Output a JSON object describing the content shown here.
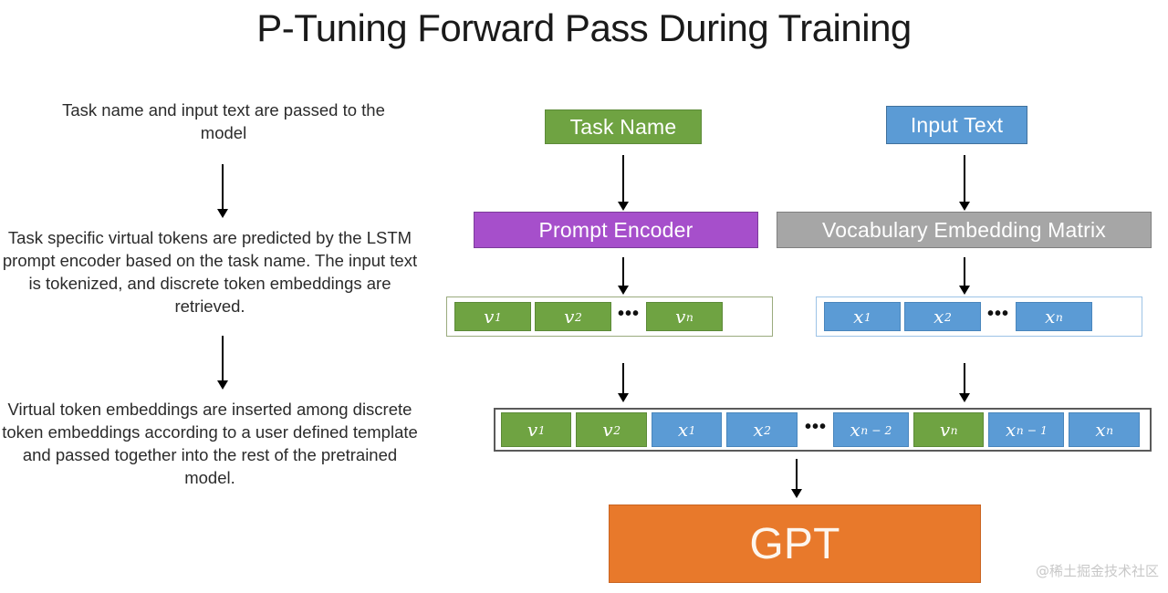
{
  "title": "P-Tuning Forward Pass During Training",
  "notes": [
    "Task name and input text are passed to the model",
    "Task specific virtual tokens are predicted by the LSTM prompt encoder based on the task name. The input text is tokenized, and discrete token embeddings are retrieved.",
    "Virtual token embeddings are inserted among discrete token embeddings according to a user defined template and passed together into the rest of the pretrained model."
  ],
  "boxes": {
    "task_name": "Task Name",
    "input_text": "Input Text",
    "prompt_encoder": "Prompt Encoder",
    "vocab_matrix": "Vocabulary Embedding Matrix",
    "gpt": "GPT"
  },
  "sequences": {
    "virtual": {
      "tokens": [
        {
          "base": "v",
          "sub": "1",
          "kind": "virtual"
        },
        {
          "base": "v",
          "sub": "2",
          "kind": "virtual"
        },
        {
          "base": "…",
          "sub": "",
          "kind": "ellipsis"
        },
        {
          "base": "v",
          "sub": "n",
          "kind": "virtual"
        }
      ]
    },
    "discrete": {
      "tokens": [
        {
          "base": "x",
          "sub": "1",
          "kind": "discrete"
        },
        {
          "base": "x",
          "sub": "2",
          "kind": "discrete"
        },
        {
          "base": "…",
          "sub": "",
          "kind": "ellipsis"
        },
        {
          "base": "x",
          "sub": "n",
          "kind": "discrete"
        }
      ]
    },
    "combined": {
      "tokens": [
        {
          "base": "v",
          "sub": "1",
          "kind": "virtual"
        },
        {
          "base": "v",
          "sub": "2",
          "kind": "virtual"
        },
        {
          "base": "x",
          "sub": "1",
          "kind": "discrete"
        },
        {
          "base": "x",
          "sub": "2",
          "kind": "discrete"
        },
        {
          "base": "…",
          "sub": "",
          "kind": "ellipsis"
        },
        {
          "base": "x",
          "sub": "n − 2",
          "kind": "discrete"
        },
        {
          "base": "v",
          "sub": "n",
          "kind": "virtual"
        },
        {
          "base": "x",
          "sub": "n − 1",
          "kind": "discrete"
        },
        {
          "base": "x",
          "sub": "n",
          "kind": "discrete"
        }
      ]
    }
  },
  "colors": {
    "virtual_token": "#6FA342",
    "discrete_token": "#5B9BD5",
    "prompt_encoder": "#A64FCB",
    "vocab_matrix": "#A6A6A6",
    "gpt": "#E8792B",
    "background": "#FFFFFF",
    "text": "#2B2B2B"
  },
  "watermark": "@稀土掘金技术社区"
}
